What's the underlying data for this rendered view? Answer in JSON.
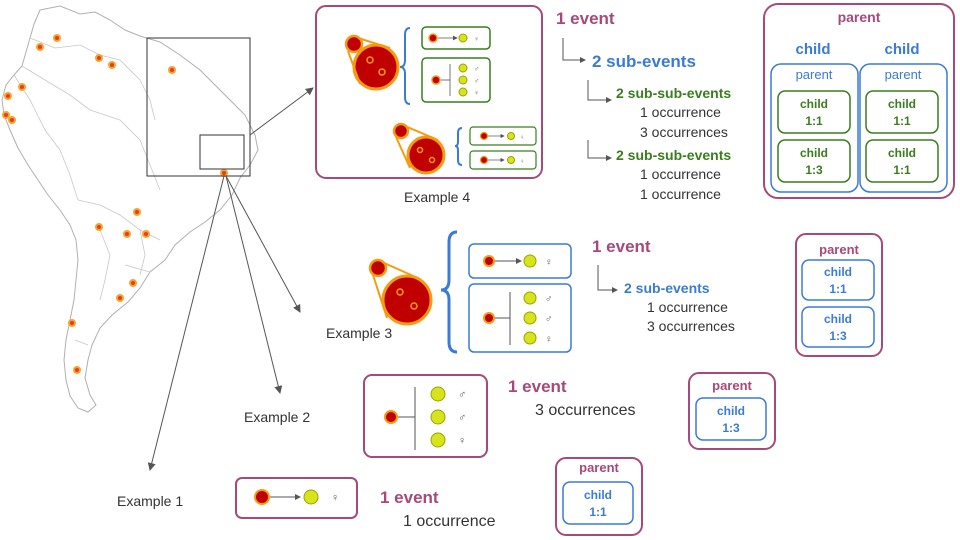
{
  "colors": {
    "purple": "#a54a7a",
    "blue": "#3a7bd5",
    "green": "#3a7d1e",
    "red": "#c00000",
    "orange": "#f39c12",
    "yellow": "#d7e31b",
    "land_stroke": "#b0b0b0"
  },
  "examples": {
    "e1": {
      "label": "Example 1",
      "event": "1 event",
      "occ": "1 occurrence",
      "tree": {
        "parent": "parent",
        "child1": "child",
        "child2": "1:1"
      }
    },
    "e2": {
      "label": "Example 2",
      "event": "1 event",
      "occ": "3 occurrences",
      "tree": {
        "parent": "parent",
        "child1": "child",
        "child2": "1:3"
      }
    },
    "e3": {
      "label": "Example 3",
      "event": "1 event",
      "subevents": "2 sub-events",
      "occ_a": "1 occurrence",
      "occ_b": "3 occurrences",
      "tree": {
        "parent": "parent",
        "c1a": "child",
        "c1b": "1:1",
        "c2a": "child",
        "c2b": "1:3"
      }
    },
    "e4": {
      "label": "Example 4",
      "event": "1 event",
      "subevents": "2 sub-events",
      "subsub1": "2 sub-sub-events",
      "s1_occ_a": "1 occurrence",
      "s1_occ_b": "3 occurrences",
      "subsub2": "2 sub-sub-events",
      "s2_occ_a": "1 occurrence",
      "s2_occ_b": "1 occurrence",
      "tree": {
        "parent": "parent",
        "childL": "child",
        "childR": "child",
        "parentL": "parent",
        "parentR": "parent",
        "l1a": "child",
        "l1b": "1:1",
        "l2a": "child",
        "l2b": "1:3",
        "r1a": "child",
        "r1b": "1:1",
        "r2a": "child",
        "r2b": "1:1"
      }
    }
  },
  "icons": {
    "male": "♂",
    "female": "♀"
  }
}
